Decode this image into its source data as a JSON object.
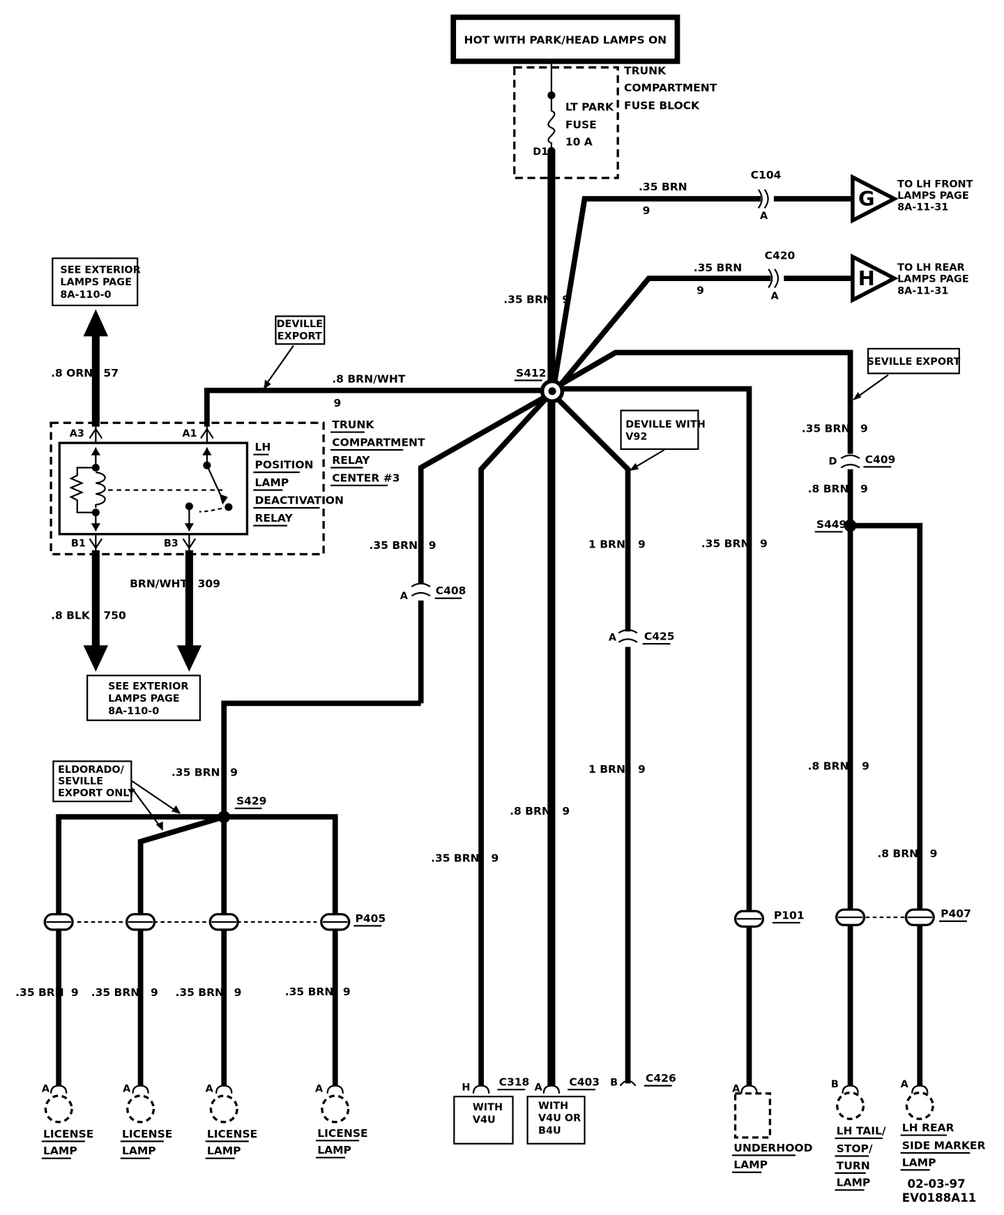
{
  "header": {
    "power_note": "HOT WITH PARK/HEAD LAMPS ON"
  },
  "fuse_block": {
    "lines": [
      "TRUNK",
      "COMPARTMENT",
      "FUSE BLOCK"
    ],
    "fuse_lines": [
      "LT PARK",
      "FUSE",
      "10 A"
    ],
    "terminal": "D1"
  },
  "main_feed": {
    "gauge": ".35 BRN",
    "circuit": "9"
  },
  "front_branch": {
    "gauge": ".35 BRN",
    "circuit": "9",
    "connector": "C104",
    "pin": "A",
    "ref_letter": "G",
    "ref_lines": [
      "TO LH FRONT",
      "LAMPS PAGE",
      "8A-11-31"
    ]
  },
  "rear_branch": {
    "gauge": ".35 BRN",
    "circuit": "9",
    "connector": "C420",
    "pin": "A",
    "ref_letter": "H",
    "ref_lines": [
      "TO LH REAR",
      "LAMPS PAGE",
      "8A-11-31"
    ]
  },
  "splice_main": "S412",
  "deville_export_box": [
    "DEVILLE",
    "EXPORT"
  ],
  "relay_feed": {
    "gauge": ".8 BRN/WHT",
    "circuit": "9"
  },
  "see_ext_top": [
    "SEE EXTERIOR",
    "LAMPS PAGE",
    "8A-110-0"
  ],
  "orn_wire": {
    "gauge": ".8 ORN",
    "circuit": "57"
  },
  "relay_center": {
    "pins": {
      "a3": "A3",
      "a1": "A1",
      "b1": "B1",
      "b3": "B3"
    },
    "relay_lines": [
      "LH",
      "POSITION",
      "LAMP",
      "DEACTIVATION",
      "RELAY"
    ],
    "center_lines": [
      "TRUNK",
      "COMPARTMENT",
      "RELAY",
      "CENTER #3"
    ]
  },
  "blk_wire": {
    "gauge": ".8 BLK",
    "circuit": "750"
  },
  "brnwht_wire": {
    "gauge": "BRN/WHT",
    "circuit": "309"
  },
  "see_ext_bottom": [
    "SEE EXTERIOR",
    "LAMPS PAGE",
    "8A-110-0"
  ],
  "branch_c408": {
    "gauge": ".35 BRN",
    "circuit": "9",
    "connector": "C408",
    "pin": "A"
  },
  "s429_feed": {
    "gauge": ".35 BRN",
    "circuit": "9",
    "splice": "S429"
  },
  "eldorado_box": [
    "ELDORADO/",
    "SEVILLE",
    "EXPORT ONLY"
  ],
  "pass_through_p405": "P405",
  "license_lamps": [
    {
      "gauge": ".35 BRN",
      "circuit": "9",
      "pin": "A",
      "lines": [
        "LICENSE",
        "LAMP"
      ]
    },
    {
      "gauge": ".35 BRN",
      "circuit": "9",
      "pin": "A",
      "lines": [
        "LICENSE",
        "LAMP"
      ]
    },
    {
      "gauge": ".35 BRN",
      "circuit": "9",
      "pin": "A",
      "lines": [
        "LICENSE",
        "LAMP"
      ]
    },
    {
      "gauge": ".35 BRN",
      "circuit": "9",
      "pin": "A",
      "lines": [
        "LICENSE",
        "LAMP"
      ]
    }
  ],
  "branch_c318": {
    "gauge": ".35 BRN",
    "circuit": "9",
    "connector": "C318",
    "pin": "H",
    "note": [
      "WITH",
      "V4U"
    ]
  },
  "branch_c403": {
    "gauge": ".8 BRN",
    "circuit": "9",
    "connector": "C403",
    "pin": "A",
    "note": [
      "WITH",
      "V4U OR",
      "B4U"
    ]
  },
  "deville_v92_box": [
    "DEVILLE WITH",
    "V92"
  ],
  "branch_c425": {
    "gauge_upper": "1 BRN",
    "gauge_lower": "1 BRN",
    "circuit": "9",
    "connector": "C425",
    "pin": "A",
    "end_connector": "C426",
    "end_pin": "B"
  },
  "branch_underhood": {
    "gauge": ".35 BRN",
    "circuit": "9",
    "pass_through": "P101",
    "pin": "A",
    "lines": [
      "UNDERHOOD",
      "LAMP"
    ]
  },
  "seville_export_box": "SEVILLE EXPORT",
  "branch_seville": {
    "gauge_upper": ".35 BRN",
    "circuit": "9",
    "connector": "C409",
    "connector_pin": "D",
    "gauge_mid": ".8 BRN",
    "splice": "S449",
    "pass_through": "P407",
    "tail_gauge": ".8 BRN",
    "tail_pin": "B",
    "tail_lines": [
      "LH TAIL/",
      "STOP/",
      "TURN",
      "LAMP"
    ],
    "marker_gauge": ".8 BRN",
    "marker_pin": "A",
    "marker_lines": [
      "LH REAR",
      "SIDE MARKER",
      "LAMP"
    ]
  },
  "footer": {
    "date": "02-03-97",
    "code": "EV0188A11"
  }
}
